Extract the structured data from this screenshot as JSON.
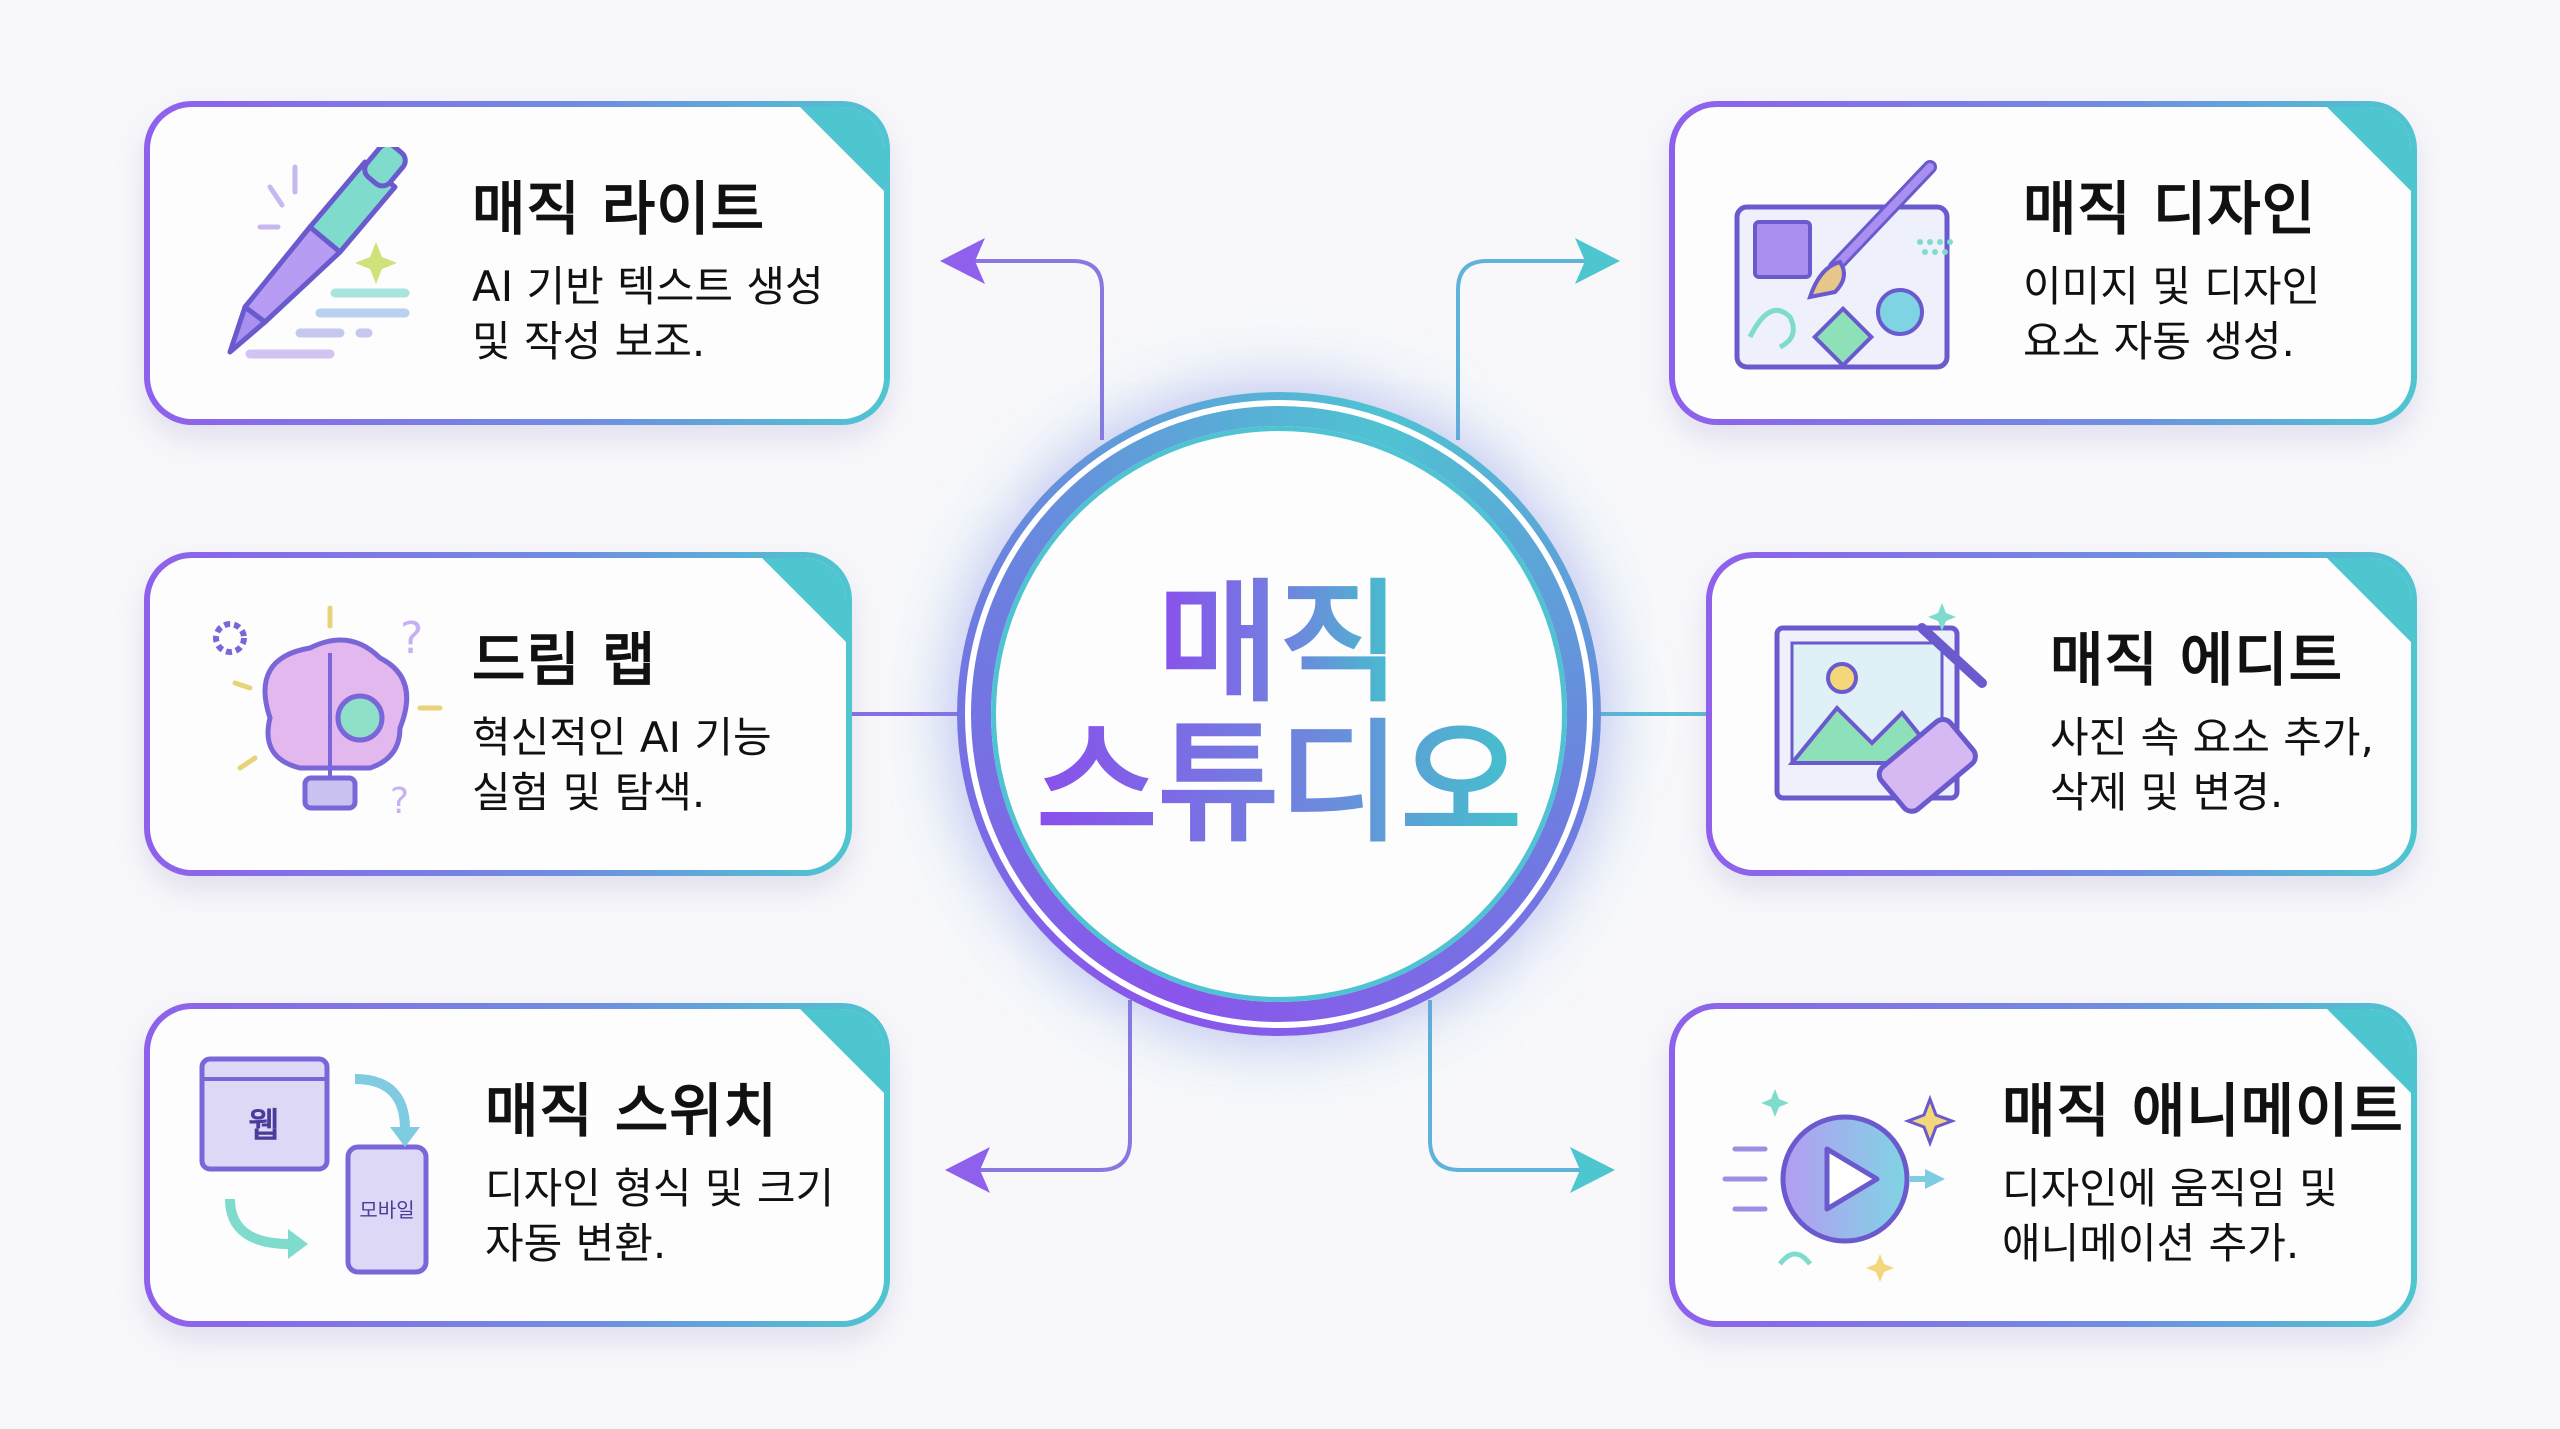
{
  "center": {
    "line1": "매직",
    "line2": "스튜디오"
  },
  "colors": {
    "purple": "#8f60ec",
    "blue": "#6f8ee0",
    "teal": "#4ec6d0",
    "text": "#111111"
  },
  "features": [
    {
      "title": "매직 라이트",
      "desc1": "AI 기반 텍스트 생성",
      "desc2": "및 작성 보조.",
      "icon": "pen-icon"
    },
    {
      "title": "매직 디자인",
      "desc1": "이미지 및 디자인",
      "desc2": "요소 자동 생성.",
      "icon": "paintbrush-canvas-icon"
    },
    {
      "title": "드림 랩",
      "desc1": "혁신적인 AI 기능",
      "desc2": "실험 및 탐색.",
      "icon": "brain-lightbulb-icon"
    },
    {
      "title": "매직 에디트",
      "desc1": "사진 속 요소 추가,",
      "desc2": "삭제 및 변경.",
      "icon": "image-eraser-icon"
    },
    {
      "title": "매직 스위치",
      "desc1": "디자인 형식 및 크기",
      "desc2": "자동 변환.",
      "icon": "web-mobile-switch-icon",
      "web_label": "웹",
      "mobile_label": "모바일"
    },
    {
      "title": "매직 애니메이트",
      "desc1": "디자인에 움직임 및",
      "desc2": "애니메이션 추가.",
      "icon": "play-animation-icon"
    }
  ]
}
